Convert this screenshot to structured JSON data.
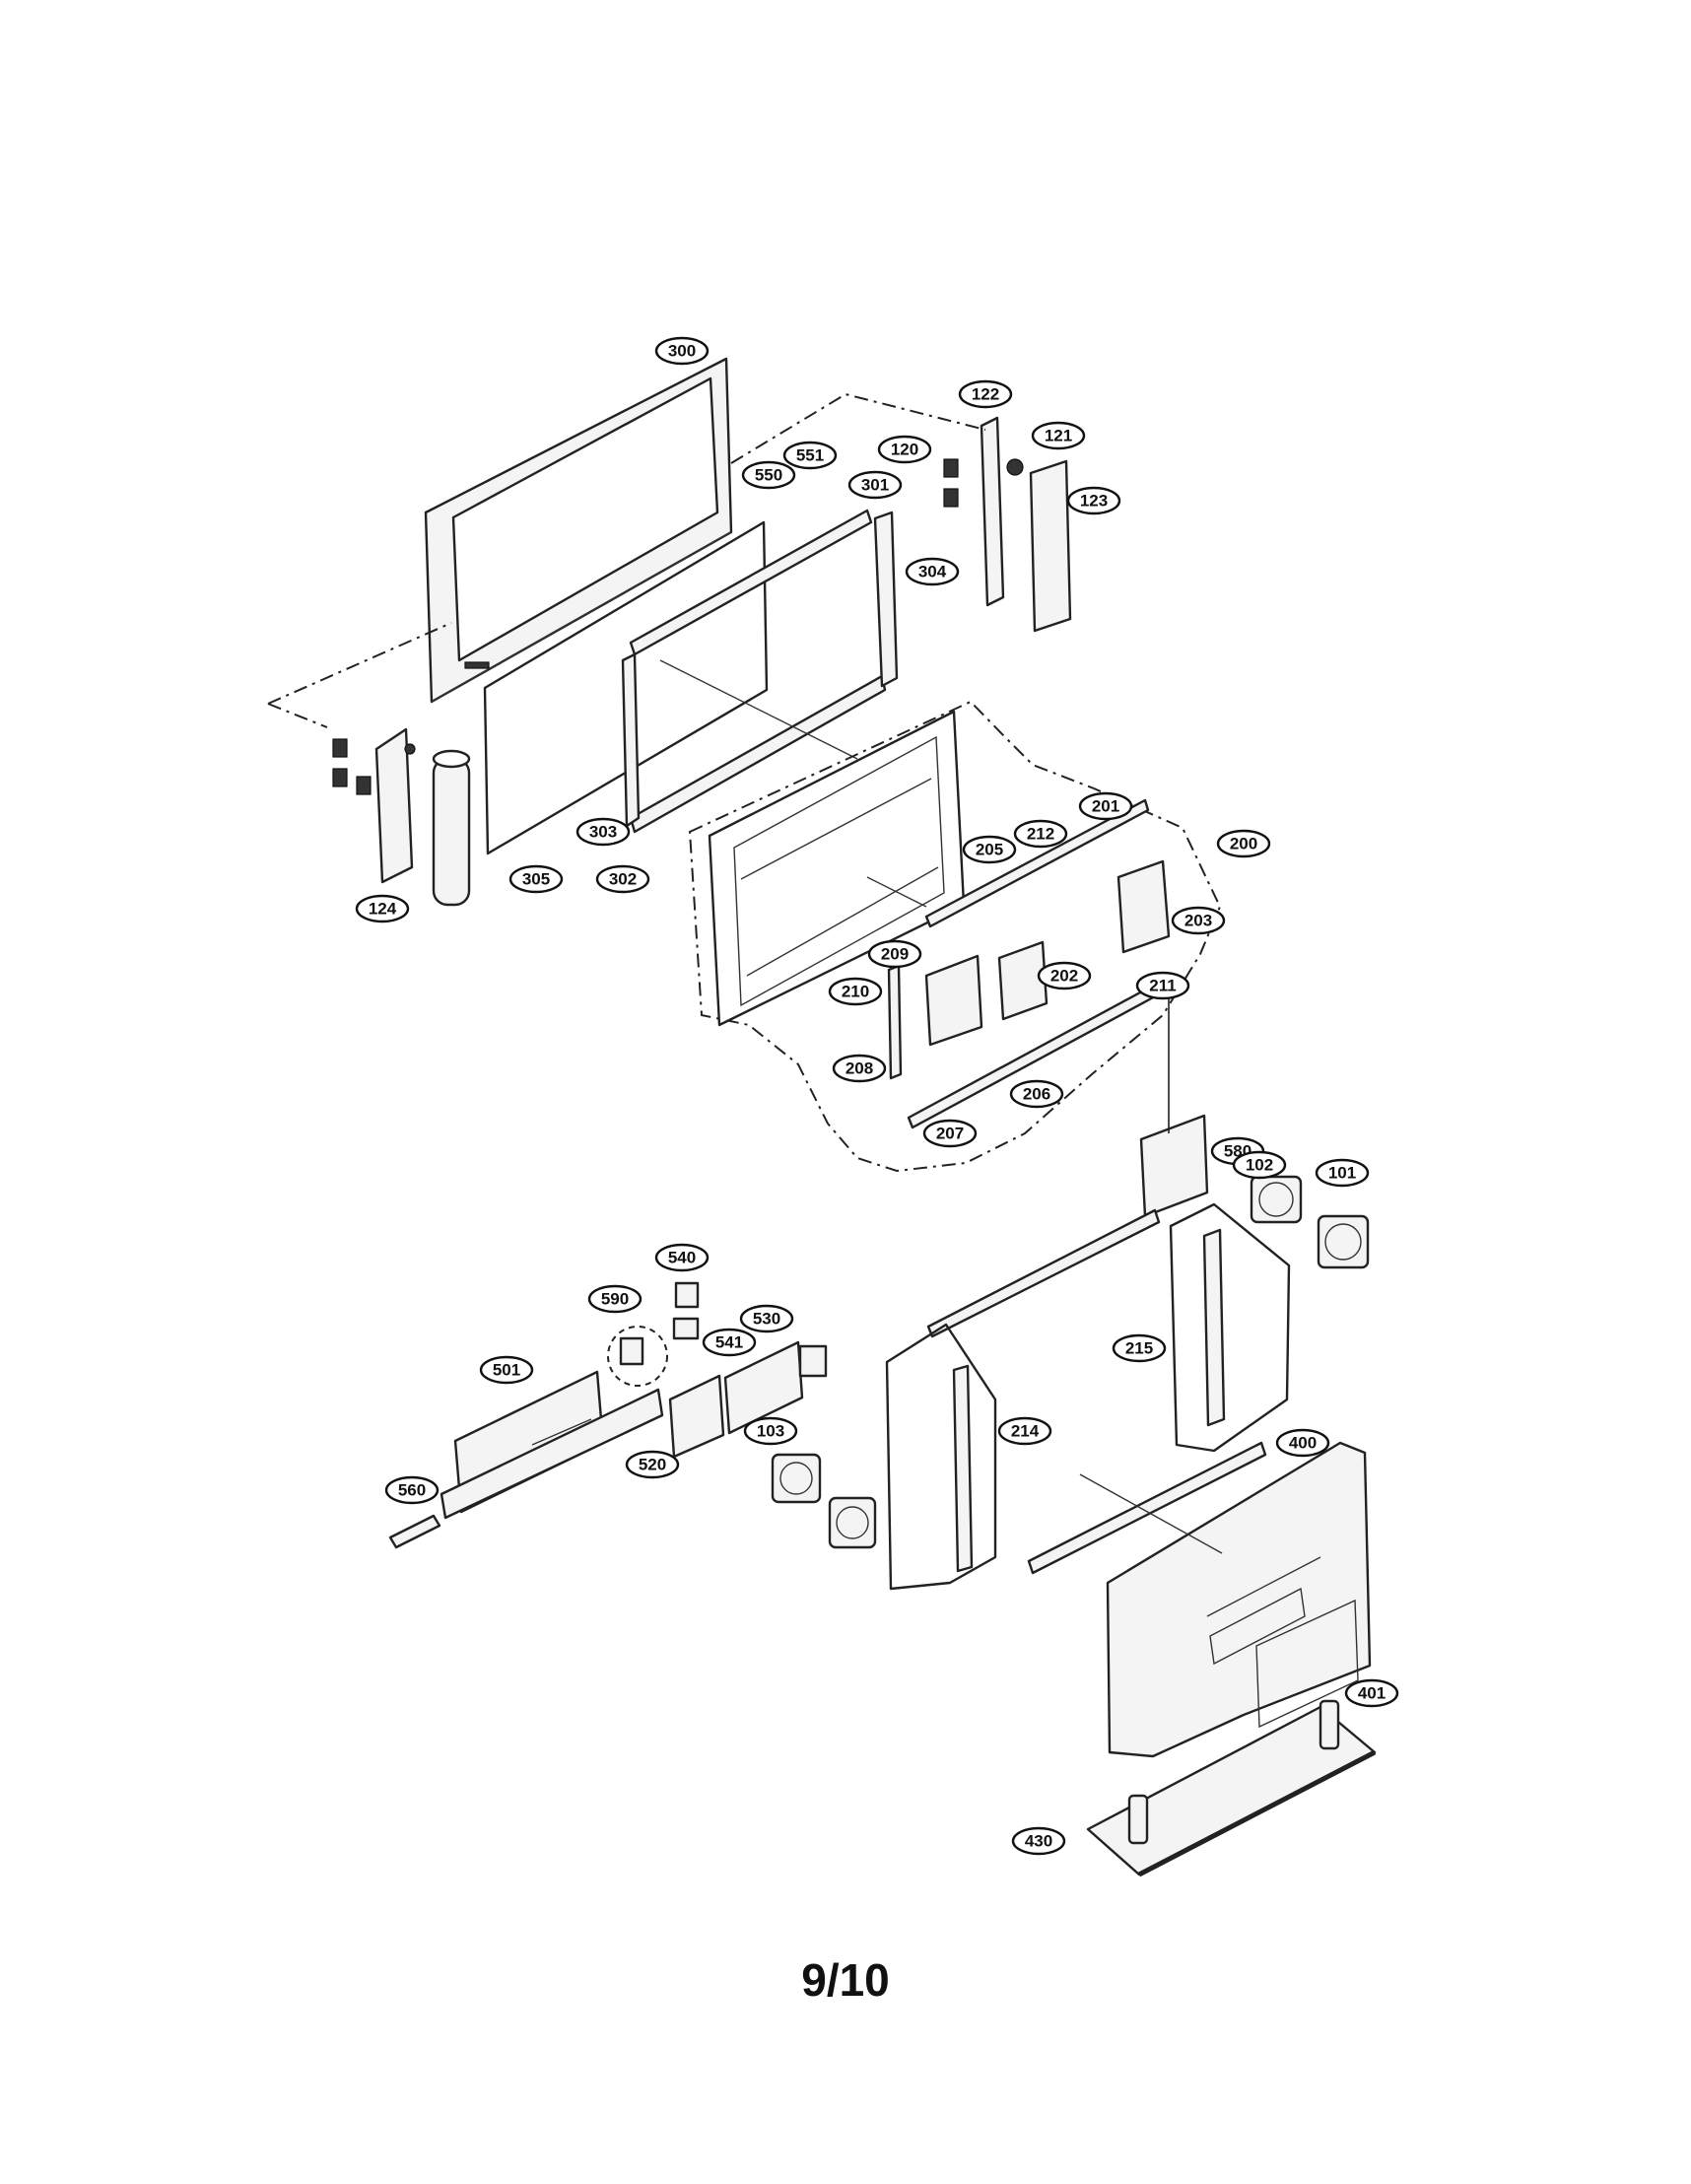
{
  "page": {
    "label": "9/10"
  },
  "callouts": [
    {
      "id": "c300",
      "text": "300"
    },
    {
      "id": "c551",
      "text": "551"
    },
    {
      "id": "c550",
      "text": "550"
    },
    {
      "id": "c301",
      "text": "301"
    },
    {
      "id": "c304",
      "text": "304"
    },
    {
      "id": "c303",
      "text": "303"
    },
    {
      "id": "c302",
      "text": "302"
    },
    {
      "id": "c305",
      "text": "305"
    },
    {
      "id": "c124",
      "text": "124"
    },
    {
      "id": "c122",
      "text": "122"
    },
    {
      "id": "c121",
      "text": "121"
    },
    {
      "id": "c120",
      "text": "120"
    },
    {
      "id": "c123",
      "text": "123"
    },
    {
      "id": "c201",
      "text": "201"
    },
    {
      "id": "c212",
      "text": "212"
    },
    {
      "id": "c205",
      "text": "205"
    },
    {
      "id": "c200",
      "text": "200"
    },
    {
      "id": "c203",
      "text": "203"
    },
    {
      "id": "c209",
      "text": "209"
    },
    {
      "id": "c202",
      "text": "202"
    },
    {
      "id": "c211",
      "text": "211"
    },
    {
      "id": "c210",
      "text": "210"
    },
    {
      "id": "c208",
      "text": "208"
    },
    {
      "id": "c206",
      "text": "206"
    },
    {
      "id": "c207",
      "text": "207"
    },
    {
      "id": "c580",
      "text": "580"
    },
    {
      "id": "c102",
      "text": "102"
    },
    {
      "id": "c101",
      "text": "101"
    },
    {
      "id": "c540",
      "text": "540"
    },
    {
      "id": "c590",
      "text": "590"
    },
    {
      "id": "c530",
      "text": "530"
    },
    {
      "id": "c541",
      "text": "541"
    },
    {
      "id": "c501",
      "text": "501"
    },
    {
      "id": "c520",
      "text": "520"
    },
    {
      "id": "c103",
      "text": "103"
    },
    {
      "id": "c560",
      "text": "560"
    },
    {
      "id": "c214",
      "text": "214"
    },
    {
      "id": "c215",
      "text": "215"
    },
    {
      "id": "c400",
      "text": "400"
    },
    {
      "id": "c401",
      "text": "401"
    },
    {
      "id": "c430",
      "text": "430"
    }
  ]
}
